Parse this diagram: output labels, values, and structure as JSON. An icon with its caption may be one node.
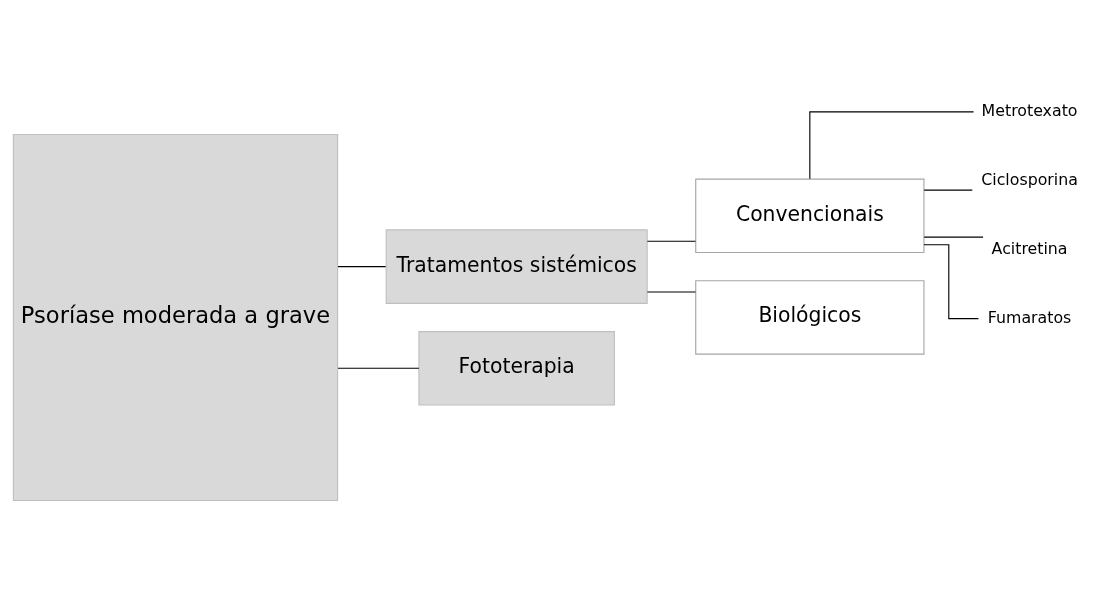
{
  "diagram": {
    "nodes": [
      {
        "text": [
          "Psoríase moderada a grave"
        ]
      },
      {
        "text": [
          "Tratamentos sistémicos"
        ]
      },
      {
        "text": [
          "Fototerapia"
        ]
      },
      {
        "text": [
          "Convencionais"
        ]
      },
      {
        "text": [
          "Biológicos"
        ]
      },
      {
        "text": [
          "Metrotexato"
        ]
      },
      {
        "text": [
          "Ciclosporina"
        ]
      },
      {
        "text": [
          "Acitretina"
        ]
      },
      {
        "text": [
          "Fumaratos"
        ]
      }
    ],
    "edges": [
      {
        "from": 0,
        "to": 1,
        "arrow": "none"
      },
      {
        "from": 0,
        "to": 2,
        "arrow": "none"
      },
      {
        "from": 1,
        "to": 3,
        "arrow": "none"
      },
      {
        "from": 1,
        "to": 4,
        "arrow": "none"
      },
      {
        "from": 3,
        "to": 5,
        "arrow": "none"
      },
      {
        "from": 3,
        "to": 6,
        "arrow": "none"
      },
      {
        "from": 3,
        "to": 7,
        "arrow": "none"
      },
      {
        "from": 3,
        "to": 8,
        "arrow": "none"
      }
    ]
  }
}
